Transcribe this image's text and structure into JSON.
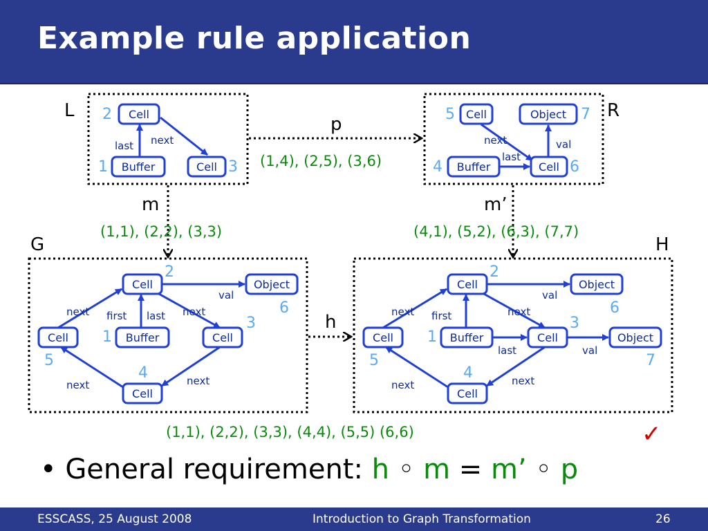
{
  "title": "Example rule application",
  "graphs": {
    "L": "L",
    "R": "R",
    "G": "G",
    "H": "H"
  },
  "morphisms": {
    "p": "p",
    "m": "m",
    "m_prime": "m’",
    "h": "h",
    "p_map": "(1,4), (2,5), (3,6)",
    "m_map": "(1,1), (2,2), (3,3)",
    "m_prime_map": "(4,1), (5,2), (6,3), (7,7)",
    "h_map": "(1,1), (2,2), (3,3), (4,4), (5,5) (6,6)"
  },
  "node_labels": {
    "cell": "Cell",
    "buffer": "Buffer",
    "object": "Object"
  },
  "edge_labels": {
    "next": "next",
    "last": "last",
    "first": "first",
    "val": "val"
  },
  "numbers": {
    "n1": "1",
    "n2": "2",
    "n3": "3",
    "n4": "4",
    "n5": "5",
    "n6": "6",
    "n7": "7"
  },
  "requirement": {
    "prefix": "General requirement: ",
    "h": "h",
    "circ1": " ◦ ",
    "m": "m",
    "eq": " = ",
    "mp": "m’",
    "circ2": " ◦ ",
    "p": "p"
  },
  "check": "✓",
  "footer": {
    "left": "ESSCASS, 25 August 2008",
    "center": "Introduction to Graph Transformation",
    "right": "26"
  },
  "colors": {
    "title_bar": "#2a3a8c",
    "node_border": "#1f3fd6",
    "node_text": "#0a2a9e",
    "numbers": "#5aaaf0",
    "mapping": "#0a8a0a",
    "check": "#d00000"
  }
}
